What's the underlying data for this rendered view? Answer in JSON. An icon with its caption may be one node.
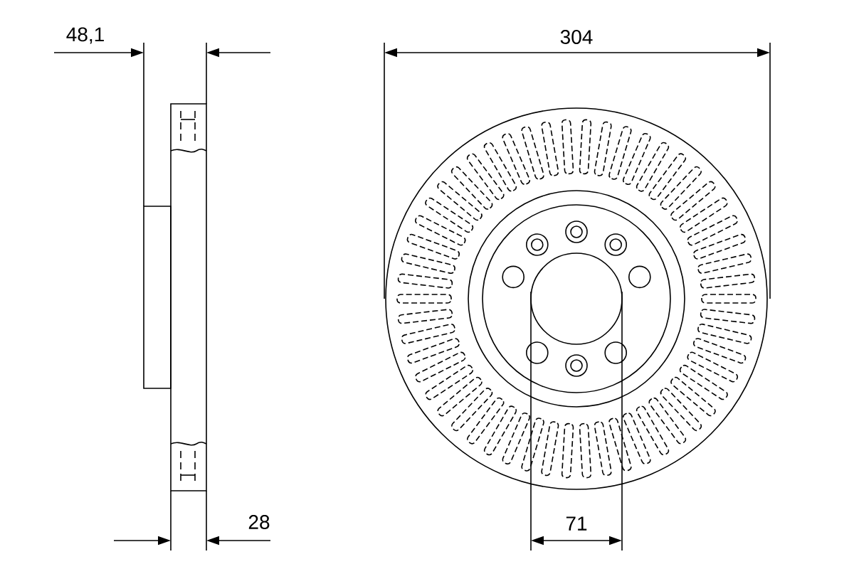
{
  "diagram": {
    "labels": [
      "48,1",
      "304",
      "28",
      "71"
    ]
  }
}
